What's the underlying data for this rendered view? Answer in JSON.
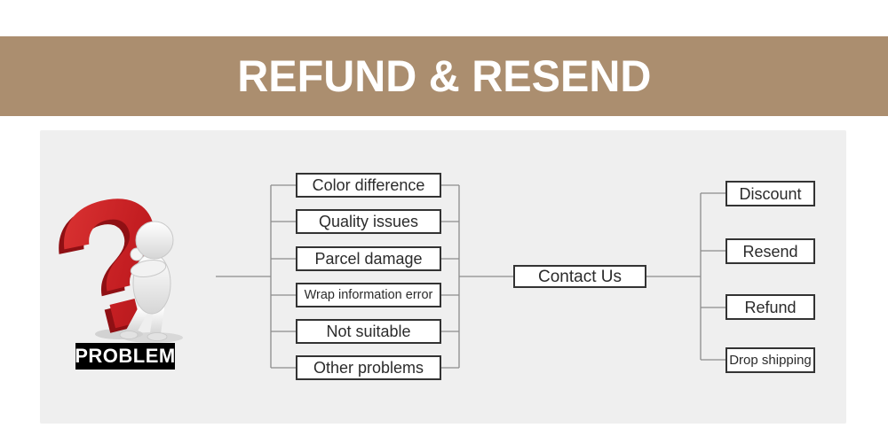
{
  "banner": {
    "title": "REFUND & RESEND"
  },
  "mascot": {
    "label": "PROBLEM",
    "question_mark": "?"
  },
  "flow": {
    "problems": [
      "Color difference",
      "Quality issues",
      "Parcel damage",
      "Wrap information error",
      "Not suitable",
      "Other problems"
    ],
    "contact_label": "Contact Us",
    "outcomes": [
      "Discount",
      "Resend",
      "Refund",
      "Drop shipping"
    ]
  },
  "colors": {
    "banner_bg": "#ab8e6f",
    "panel_bg": "#efefef",
    "question_mark_red": "#c41e22",
    "box_border": "#333333",
    "connector_gray": "#8c8c8c",
    "problem_badge_bg": "#000000"
  }
}
